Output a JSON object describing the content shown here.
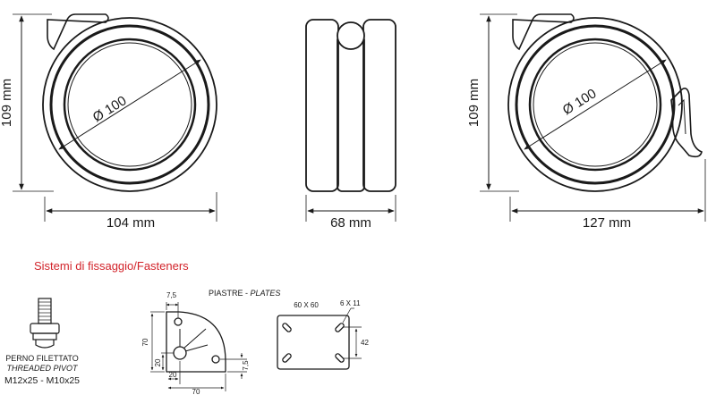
{
  "dimensions": {
    "left_height": "109 mm",
    "left_width": "104 mm",
    "left_diameter": "Ø 100",
    "middle_width": "68 mm",
    "right_height": "109 mm",
    "right_width": "127 mm",
    "right_diameter": "Ø 100"
  },
  "fasteners": {
    "heading": "Sistemi di fissaggio/Fasteners",
    "heading_color": "#d2232a",
    "pivot": {
      "label_it": "PERNO FILETTATO",
      "label_en": "THREADED PIVOT",
      "sizes": "M12x25 - M10x25"
    },
    "plates": {
      "label_it": "PIASTRE - ",
      "label_en": "PLATES",
      "corner_dims": {
        "top": "7,5",
        "side": "70",
        "inner": "20",
        "bottom_inner": "20",
        "bottom": "70",
        "right": "7,5"
      },
      "square_dims": {
        "size": "60 X 60",
        "holes": "6 X 11",
        "spacing": "42"
      }
    }
  }
}
